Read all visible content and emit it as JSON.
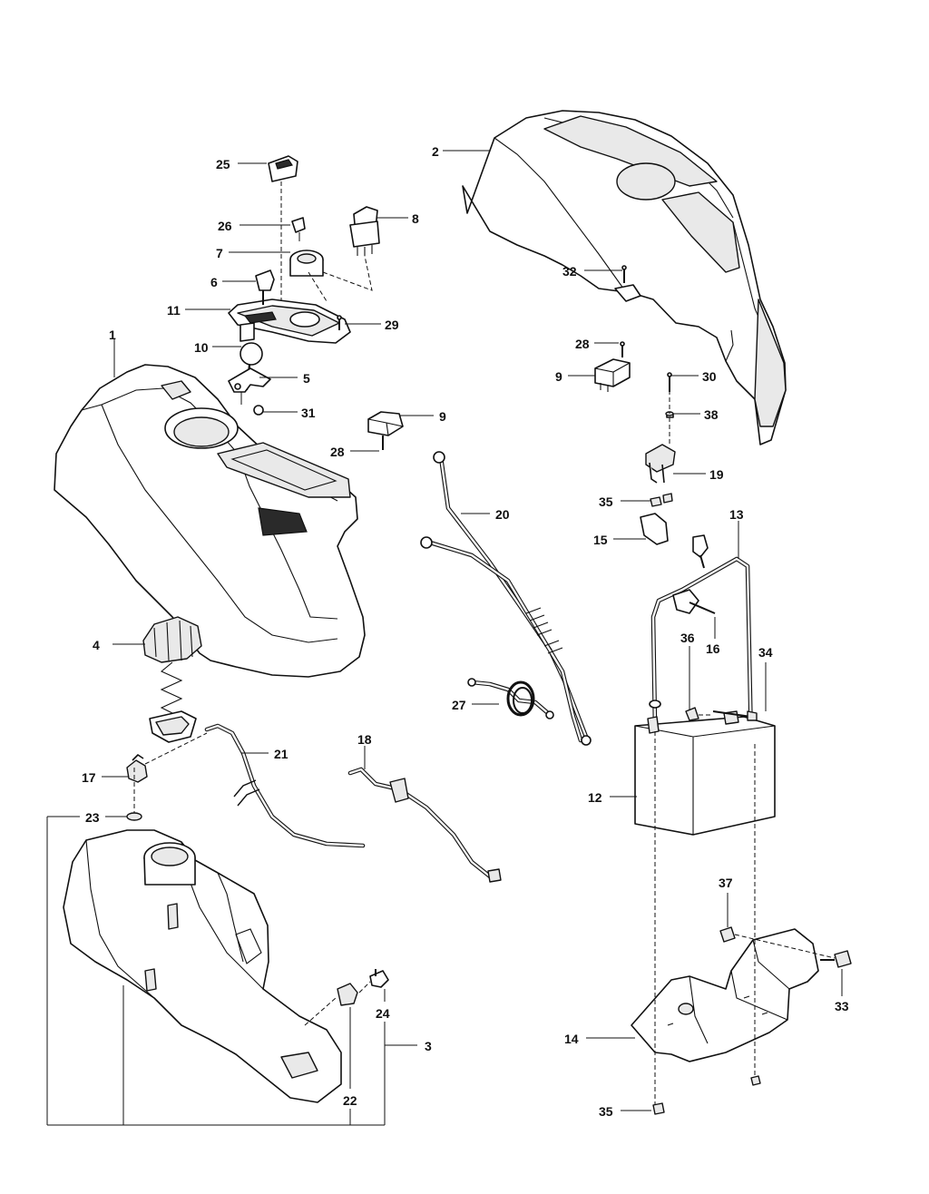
{
  "callouts": [
    {
      "id": "p1",
      "label": "1"
    },
    {
      "id": "p2",
      "label": "2"
    },
    {
      "id": "p3",
      "label": "3"
    },
    {
      "id": "p4",
      "label": "4"
    },
    {
      "id": "p5",
      "label": "5"
    },
    {
      "id": "p6",
      "label": "6"
    },
    {
      "id": "p7",
      "label": "7"
    },
    {
      "id": "p8",
      "label": "8"
    },
    {
      "id": "p9a",
      "label": "9"
    },
    {
      "id": "p9b",
      "label": "9"
    },
    {
      "id": "p10",
      "label": "10"
    },
    {
      "id": "p11",
      "label": "11"
    },
    {
      "id": "p12",
      "label": "12"
    },
    {
      "id": "p13",
      "label": "13"
    },
    {
      "id": "p14",
      "label": "14"
    },
    {
      "id": "p15",
      "label": "15"
    },
    {
      "id": "p16",
      "label": "16"
    },
    {
      "id": "p17",
      "label": "17"
    },
    {
      "id": "p18",
      "label": "18"
    },
    {
      "id": "p19",
      "label": "19"
    },
    {
      "id": "p20",
      "label": "20"
    },
    {
      "id": "p21",
      "label": "21"
    },
    {
      "id": "p22",
      "label": "22"
    },
    {
      "id": "p23",
      "label": "23"
    },
    {
      "id": "p24",
      "label": "24"
    },
    {
      "id": "p25",
      "label": "25"
    },
    {
      "id": "p26",
      "label": "26"
    },
    {
      "id": "p27",
      "label": "27"
    },
    {
      "id": "p28a",
      "label": "28"
    },
    {
      "id": "p28b",
      "label": "28"
    },
    {
      "id": "p29",
      "label": "29"
    },
    {
      "id": "p30",
      "label": "30"
    },
    {
      "id": "p31",
      "label": "31"
    },
    {
      "id": "p32",
      "label": "32"
    },
    {
      "id": "p33",
      "label": "33"
    },
    {
      "id": "p34",
      "label": "34"
    },
    {
      "id": "p35a",
      "label": "35"
    },
    {
      "id": "p35b",
      "label": "35"
    },
    {
      "id": "p36",
      "label": "36"
    },
    {
      "id": "p37",
      "label": "37"
    },
    {
      "id": "p38",
      "label": "38"
    }
  ]
}
